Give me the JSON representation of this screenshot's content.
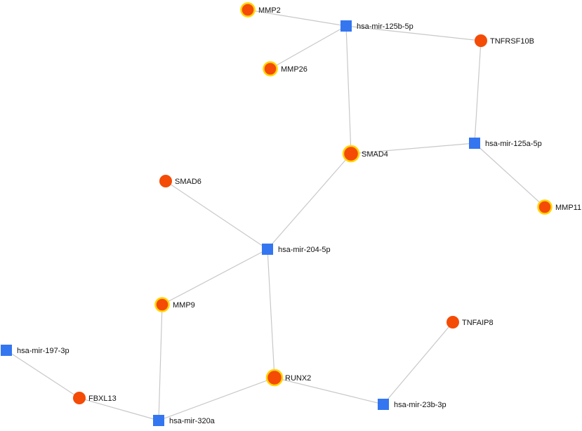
{
  "colors": {
    "gene": "#f44b06",
    "gene_highlight_ring": "#ffd400",
    "mirna": "#3476f0",
    "edge": "#c8c8c8"
  },
  "nodes": [
    {
      "id": "mmp2",
      "label": "MMP2",
      "kind": "gene",
      "highlight": true
    },
    {
      "id": "mir125b",
      "label": "hsa-mir-125b-5p",
      "kind": "mirna"
    },
    {
      "id": "tnfrsf10b",
      "label": "TNFRSF10B",
      "kind": "gene",
      "highlight": false
    },
    {
      "id": "mmp26",
      "label": "MMP26",
      "kind": "gene",
      "highlight": true
    },
    {
      "id": "smad4",
      "label": "SMAD4",
      "kind": "gene",
      "highlight": true
    },
    {
      "id": "mir125a",
      "label": "hsa-mir-125a-5p",
      "kind": "mirna"
    },
    {
      "id": "smad6",
      "label": "SMAD6",
      "kind": "gene",
      "highlight": false
    },
    {
      "id": "mmp11",
      "label": "MMP11",
      "kind": "gene",
      "highlight": true
    },
    {
      "id": "mir204",
      "label": "hsa-mir-204-5p",
      "kind": "mirna"
    },
    {
      "id": "mmp9",
      "label": "MMP9",
      "kind": "gene",
      "highlight": true
    },
    {
      "id": "tnfaip8",
      "label": "TNFAIP8",
      "kind": "gene",
      "highlight": false
    },
    {
      "id": "mir197",
      "label": "hsa-mir-197-3p",
      "kind": "mirna"
    },
    {
      "id": "runx2",
      "label": "RUNX2",
      "kind": "gene",
      "highlight": true
    },
    {
      "id": "fbxl13",
      "label": "FBXL13",
      "kind": "gene",
      "highlight": false
    },
    {
      "id": "mir23b",
      "label": "hsa-mir-23b-3p",
      "kind": "mirna"
    },
    {
      "id": "mir320a",
      "label": "hsa-mir-320a",
      "kind": "mirna"
    }
  ],
  "edges": [
    [
      "mmp2",
      "mir125b"
    ],
    [
      "mir125b",
      "mmp26"
    ],
    [
      "mir125b",
      "tnfrsf10b"
    ],
    [
      "mir125b",
      "smad4"
    ],
    [
      "tnfrsf10b",
      "mir125a"
    ],
    [
      "smad4",
      "mir125a"
    ],
    [
      "mir125a",
      "mmp11"
    ],
    [
      "smad4",
      "mir204"
    ],
    [
      "smad6",
      "mir204"
    ],
    [
      "mir204",
      "mmp9"
    ],
    [
      "mir204",
      "runx2"
    ],
    [
      "mmp9",
      "mir320a"
    ],
    [
      "runx2",
      "mir320a"
    ],
    [
      "runx2",
      "mir23b"
    ],
    [
      "tnfaip8",
      "mir23b"
    ],
    [
      "mir197",
      "fbxl13"
    ],
    [
      "fbxl13",
      "mir320a"
    ]
  ]
}
